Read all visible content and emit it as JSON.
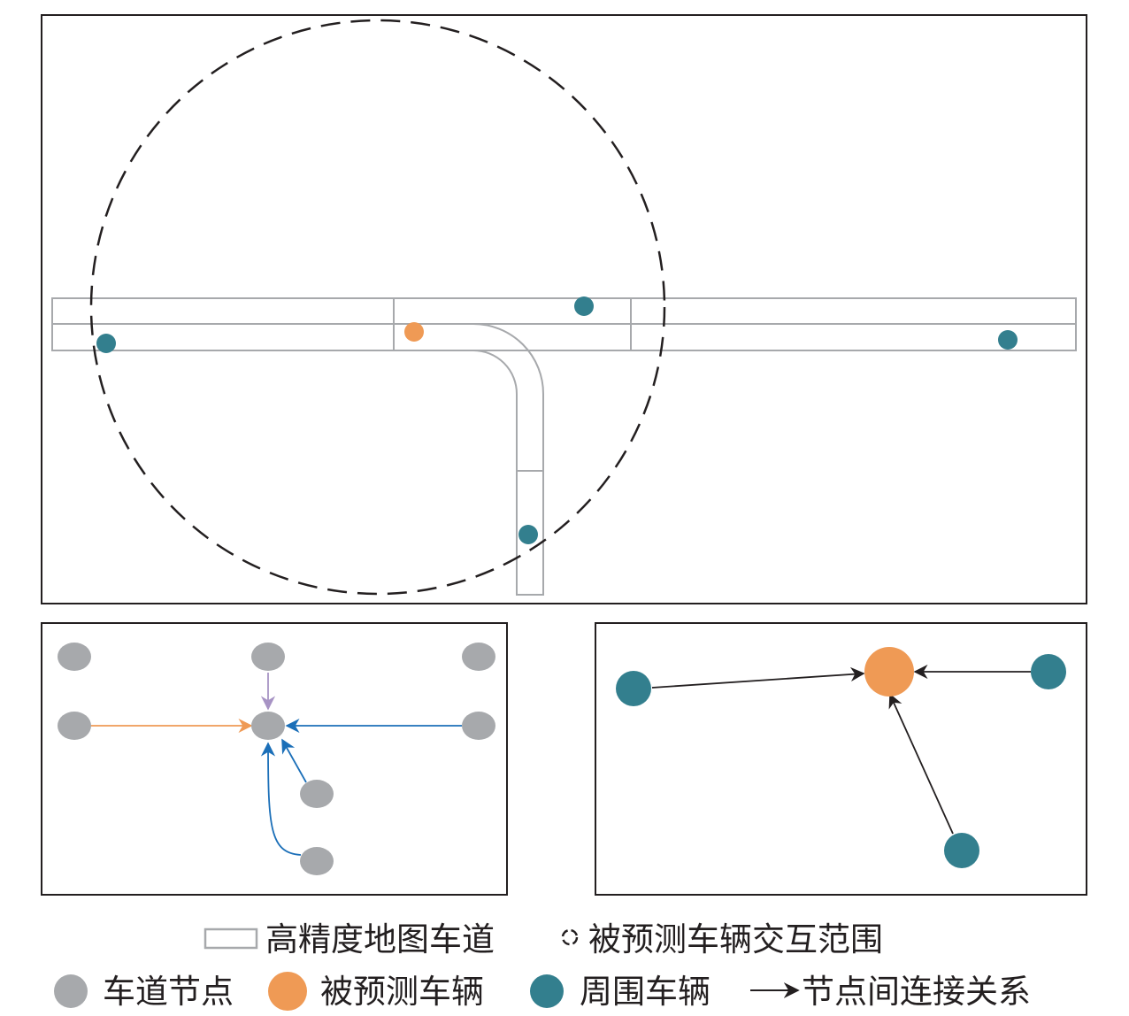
{
  "colors": {
    "frame": "#231f20",
    "lane": "#a7a9ac",
    "lane_node": "#a7a9ac",
    "target_vehicle": "#ef9a55",
    "surrounding_vehicle": "#337f8e",
    "edge_orange": "#ef9a55",
    "edge_purple": "#a793c4",
    "edge_blue": "#1b6fb8",
    "edge_black": "#231f20"
  },
  "legend": {
    "lane_label": "高精度地图车道",
    "interaction_range_label": "被预测车辆交互范围",
    "lane_node_label": "车道节点",
    "target_vehicle_label": "被预测车辆",
    "surrounding_vehicle_label": "周围车辆",
    "connection_label": "节点间连接关系"
  },
  "icons": {
    "interaction_range": "dashed-circle-icon",
    "connection": "arrow-right-icon",
    "lane": "lane-rectangle-icon"
  }
}
